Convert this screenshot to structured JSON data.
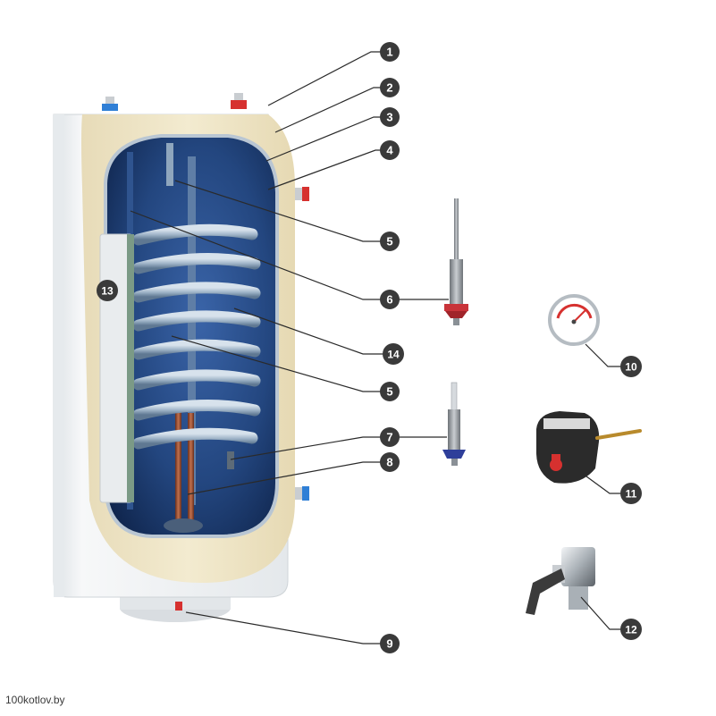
{
  "watermark": "100kotlov.by",
  "callouts": [
    {
      "number": "1"
    },
    {
      "number": "2"
    },
    {
      "number": "3"
    },
    {
      "number": "4"
    },
    {
      "number": "5"
    },
    {
      "number": "6"
    },
    {
      "number": "14"
    },
    {
      "number": "5"
    },
    {
      "number": "7"
    },
    {
      "number": "8"
    },
    {
      "number": "9"
    },
    {
      "number": "10"
    },
    {
      "number": "11"
    },
    {
      "number": "12"
    },
    {
      "number": "13"
    }
  ],
  "colors": {
    "callout_badge": "#3a3a3a",
    "callout_text": "#ffffff",
    "leader_line": "#2a2a2a",
    "body_white": "#eef1f3",
    "insulation_foam": "#eee4c4",
    "tank_inner": "#1e3e78",
    "coil": "#9fb4c8",
    "hot_accent": "#d6312f",
    "cold_accent": "#2f7fd6"
  },
  "icons": [
    "water-heater-cutaway",
    "magnesium-anode-icon",
    "sensor-sleeve-icon",
    "thermometer-gauge-icon",
    "thermostat-icon",
    "safety-valve-icon"
  ]
}
